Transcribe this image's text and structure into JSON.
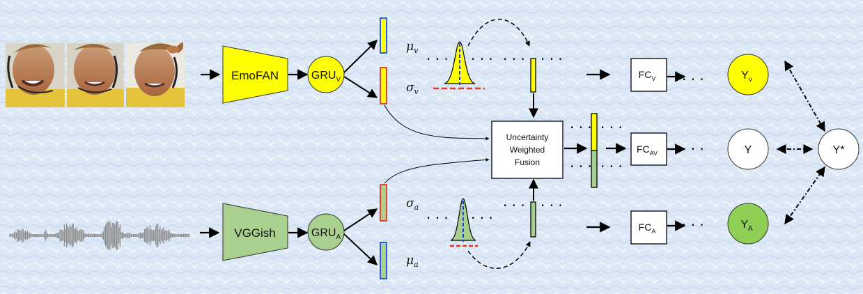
{
  "nodes": {
    "emofan": "EmoFAN",
    "vggish": "VGGish",
    "gru_v": "GRU",
    "gru_v_sub": "V",
    "gru_a": "GRU",
    "gru_a_sub": "A",
    "fusion_line1": "Uncertainty",
    "fusion_line2": "Weighted",
    "fusion_line3": "Fusion",
    "fc_v": "FC",
    "fc_v_sub": "V",
    "fc_av": "FC",
    "fc_av_sub": "AV",
    "fc_a": "FC",
    "fc_a_sub": "A",
    "y_v": "Y",
    "y_v_sub": "v",
    "y": "Y",
    "y_a": "Y",
    "y_a_sub": "A",
    "y_star": "Y*"
  },
  "symbols": {
    "mu_v": "μ",
    "mu_v_sub": "v",
    "sigma_v": "σ",
    "sigma_v_sub": "v",
    "sigma_a": "σ",
    "sigma_a_sub": "a",
    "mu_a": "μ",
    "mu_a_sub": "a"
  },
  "colors": {
    "visual": "#ffff00",
    "audio": "#a9d08e",
    "audio_dark": "#8fbf6f",
    "vector_blue": "#2e5ed8",
    "vector_red": "#e0462a",
    "dashed_red": "#e8361e",
    "dashed_blue": "#1f3fcf",
    "background": "#dde9f5"
  },
  "icons": {
    "face_frames": "face-thumbnail-icon",
    "audio": "audio-waveform-icon",
    "gaussian": "gaussian-curve-icon"
  }
}
